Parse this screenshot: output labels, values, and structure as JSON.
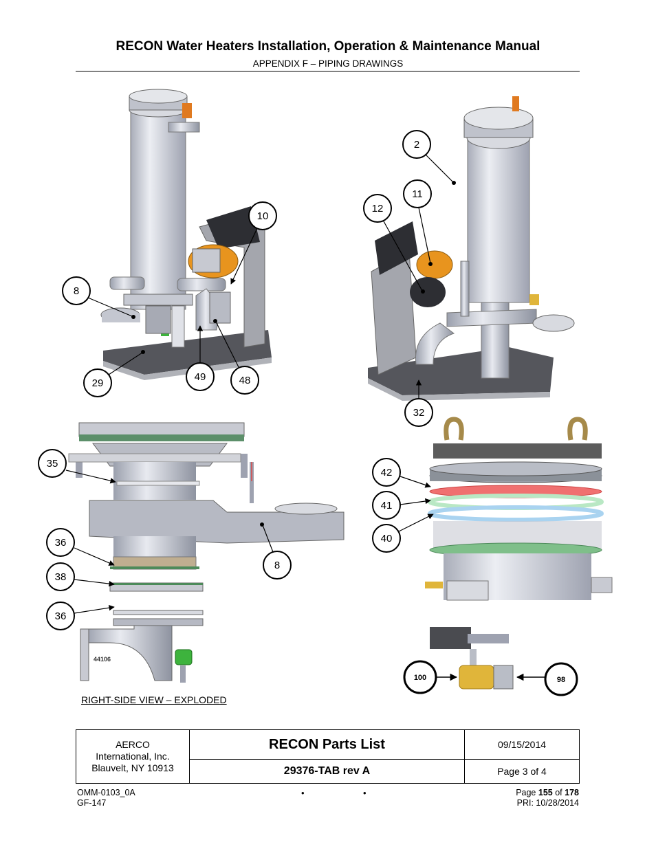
{
  "header": {
    "title": "RECON Water Heaters Installation, Operation & Maintenance Manual",
    "subtitle": "APPENDIX F – PIPING DRAWINGS"
  },
  "callouts": {
    "view1": [
      "10",
      "8",
      "29",
      "49",
      "48"
    ],
    "view2": [
      "2",
      "11",
      "12",
      "32"
    ],
    "view3": [
      "35",
      "36",
      "38",
      "36",
      "8"
    ],
    "view4": [
      "42",
      "41",
      "40"
    ],
    "view5": [
      "100",
      "98"
    ]
  },
  "drawing_labels": {
    "pipe_part_no": "44106"
  },
  "view_caption": "RIGHT-SIDE VIEW – EXPLODED",
  "title_block": {
    "company_line1": "AERCO",
    "company_line2": "International, Inc.",
    "company_line3": "Blauvelt, NY 10913",
    "title": "RECON Parts List",
    "doc_number": "29376-TAB rev A",
    "date": "09/15/2014",
    "page": "Page 3 of 4"
  },
  "footer": {
    "doc_id": "OMM-0103_0A",
    "form_id": "GF-147",
    "page_prefix": "Page",
    "page_current": "155",
    "page_of": "of",
    "page_total": "178",
    "pri": "PRI: 10/28/2014",
    "bullet": "•"
  },
  "colors": {
    "vessel": "#c9ccd6",
    "vessel_shade": "#9ea2b0",
    "frame": "#8f9097",
    "burner": "#e8941e",
    "gasket_red": "#f07070",
    "gasket_green": "#b9e8c4",
    "gasket_blue": "#a9d3f0",
    "valve_brass": "#e0b53a",
    "valve_green": "#3db33d"
  }
}
